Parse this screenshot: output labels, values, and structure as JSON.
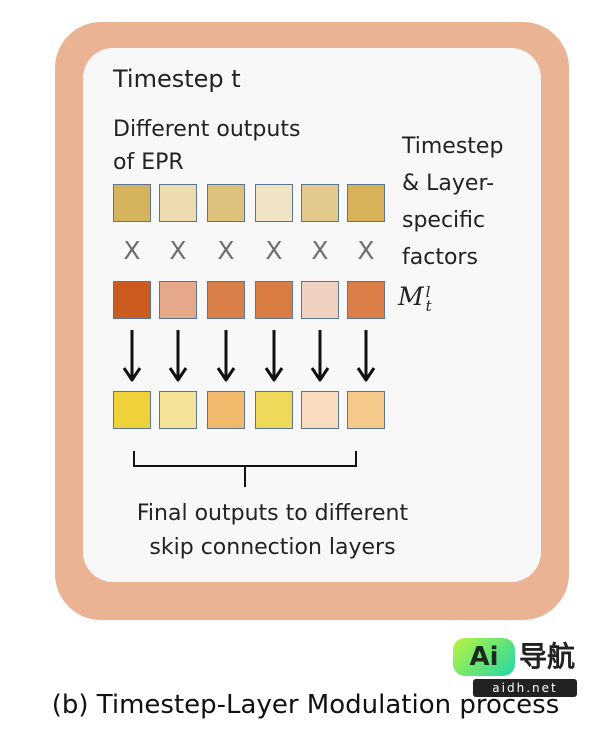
{
  "diagram": {
    "title": "Timestep t",
    "outputs_label": [
      "Different outputs",
      "of EPR"
    ],
    "factors_label": [
      "Timestep",
      "& Layer-",
      "specific",
      "factors"
    ],
    "modulation_symbol": {
      "base": "M",
      "superscript": "l",
      "subscript": "t"
    },
    "multiply_symbol": "X",
    "final_label": [
      "Final outputs to different",
      "skip connection layers"
    ],
    "caption": "(b) Timestep-Layer Modulation process",
    "rows": {
      "epr_outputs": [
        "#d6b35d",
        "#ecdcb0",
        "#ddc27d",
        "#efe4c4",
        "#e3ca8c",
        "#d8b258"
      ],
      "factors": [
        "#cb5b1e",
        "#e5a98a",
        "#d98049",
        "#d97d45",
        "#f0d0c0",
        "#dc7e48"
      ],
      "final_outputs": [
        "#efd13a",
        "#f6e39a",
        "#f1b96b",
        "#f0d95a",
        "#f9dcbf",
        "#f4c98a"
      ]
    }
  },
  "watermark": {
    "logo_text": "Ai",
    "name": "导航",
    "url": "aidh.net"
  },
  "colors": {
    "frame": "#e9b394",
    "panel": "#f8f8f8",
    "cell_border": "#5a7494"
  }
}
